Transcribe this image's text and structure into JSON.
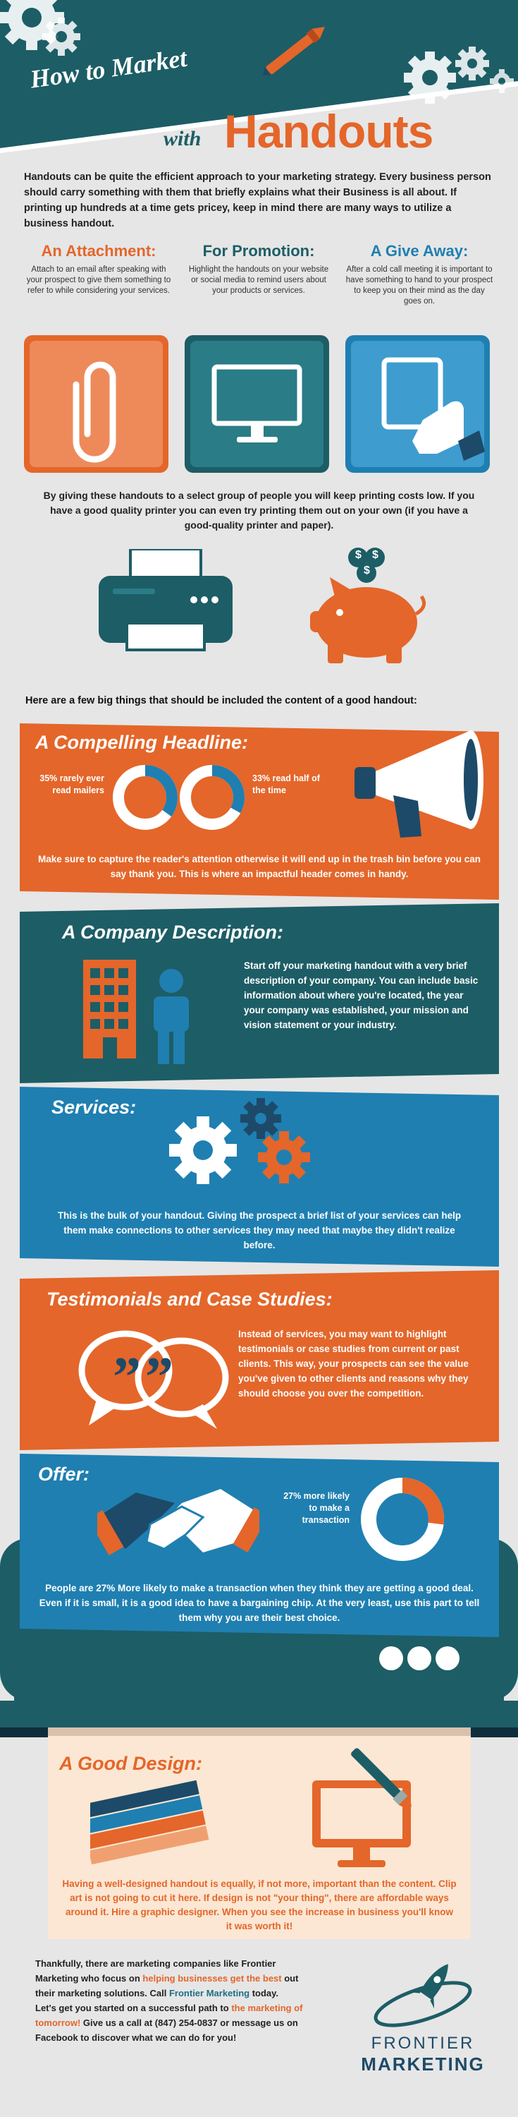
{
  "header": {
    "title_line1": "How to Market",
    "title_with": "with",
    "title_main": "Handouts"
  },
  "intro": "Handouts can be quite the efficient approach to your marketing strategy. Every business person should carry something with them that briefly explains what their Business is all about. If printing up hundreds at a time gets pricey, keep in mind there are many ways to utilize a business handout.",
  "columns": [
    {
      "title": "An Attachment:",
      "text": "Attach to an email after speaking with your prospect to give them something to refer to while considering your services.",
      "color": "#e4662a"
    },
    {
      "title": "For Promotion:",
      "text": "Highlight the handouts on your website or social media to remind users about your products or services.",
      "color": "#1d5d66"
    },
    {
      "title": "A Give Away:",
      "text": "After a cold call meeting it is important to have something to hand to your prospect to keep you on their mind as the day goes on.",
      "color": "#1f7fb1"
    }
  ],
  "giving_text": "By giving these handouts to a select group of people you will keep printing costs low. If you have a good quality printer you can even try printing them out on your own (if you have a good-quality printer and paper).",
  "piggy_symbols": [
    "$",
    "$",
    "$"
  ],
  "big_things": "Here are a few big things that should be included the content of a good handout:",
  "sections": {
    "headline": {
      "title": "A Compelling Headline:",
      "stat_left": "35% rarely ever read mailers",
      "stat_right": "33% read half of the time",
      "pct_left": 35,
      "pct_right": 33,
      "text": "Make sure to capture the reader's attention otherwise it will end up in the trash bin before you can say thank you.  This is where an impactful header comes in handy."
    },
    "company": {
      "title": "A Company Description:",
      "text": "Start off your marketing handout with a very brief description of your company. You can include basic information about where you're located, the year your company was established, your mission and vision statement or your industry."
    },
    "services": {
      "title": "Services:",
      "text": "This is the bulk of your handout. Giving the prospect a brief list of your services can help them make connections to other services they may need that maybe they didn't realize before."
    },
    "testimonials": {
      "title": "Testimonials and Case Studies:",
      "text": "Instead of services, you may want to highlight testimonials or case studies from current or past clients. This way, your prospects can see the value you've given to other clients and reasons why they should choose you over the competition."
    },
    "offer": {
      "title": "Offer:",
      "stat": "27% more likely to make a transaction",
      "pct": 27,
      "text": "People are 27% More likely to make a transaction when they think they are getting a good deal. Even if it is small, it is a good idea to have a bargaining chip. At the very least, use this part to tell them why you are their best choice."
    },
    "design": {
      "title": "A Good Design:",
      "text": "Having a well-designed handout is equally, if not more, important than the content. Clip art is not going to cut it here. If design is not \"your thing\", there are affordable ways around it. Hire a graphic designer. When you see the increase in business you'll know it was worth it!"
    }
  },
  "footer": {
    "p1": "Thankfully, there are marketing companies like Frontier Marketing who focus on ",
    "p1_link": "helping businesses get the best",
    "p1b": " out their marketing solutions. Call ",
    "p1_brand": "Frontier Marketing",
    "p1c": " today.",
    "p2": "Let's get you started on a successful path to ",
    "p2_link": "the marketing of tomorrow!",
    "p2b": " Give us a call at (847) 254-0837 or message us on Facebook to discover what we can do for you!",
    "logo_top": "FRONTIER",
    "logo_bottom": "MARKETING"
  },
  "colors": {
    "orange": "#e4662a",
    "dark_teal": "#1d5d66",
    "blue": "#1f7fb1",
    "navy": "#1d4a68",
    "cream": "#fbe7d3"
  }
}
